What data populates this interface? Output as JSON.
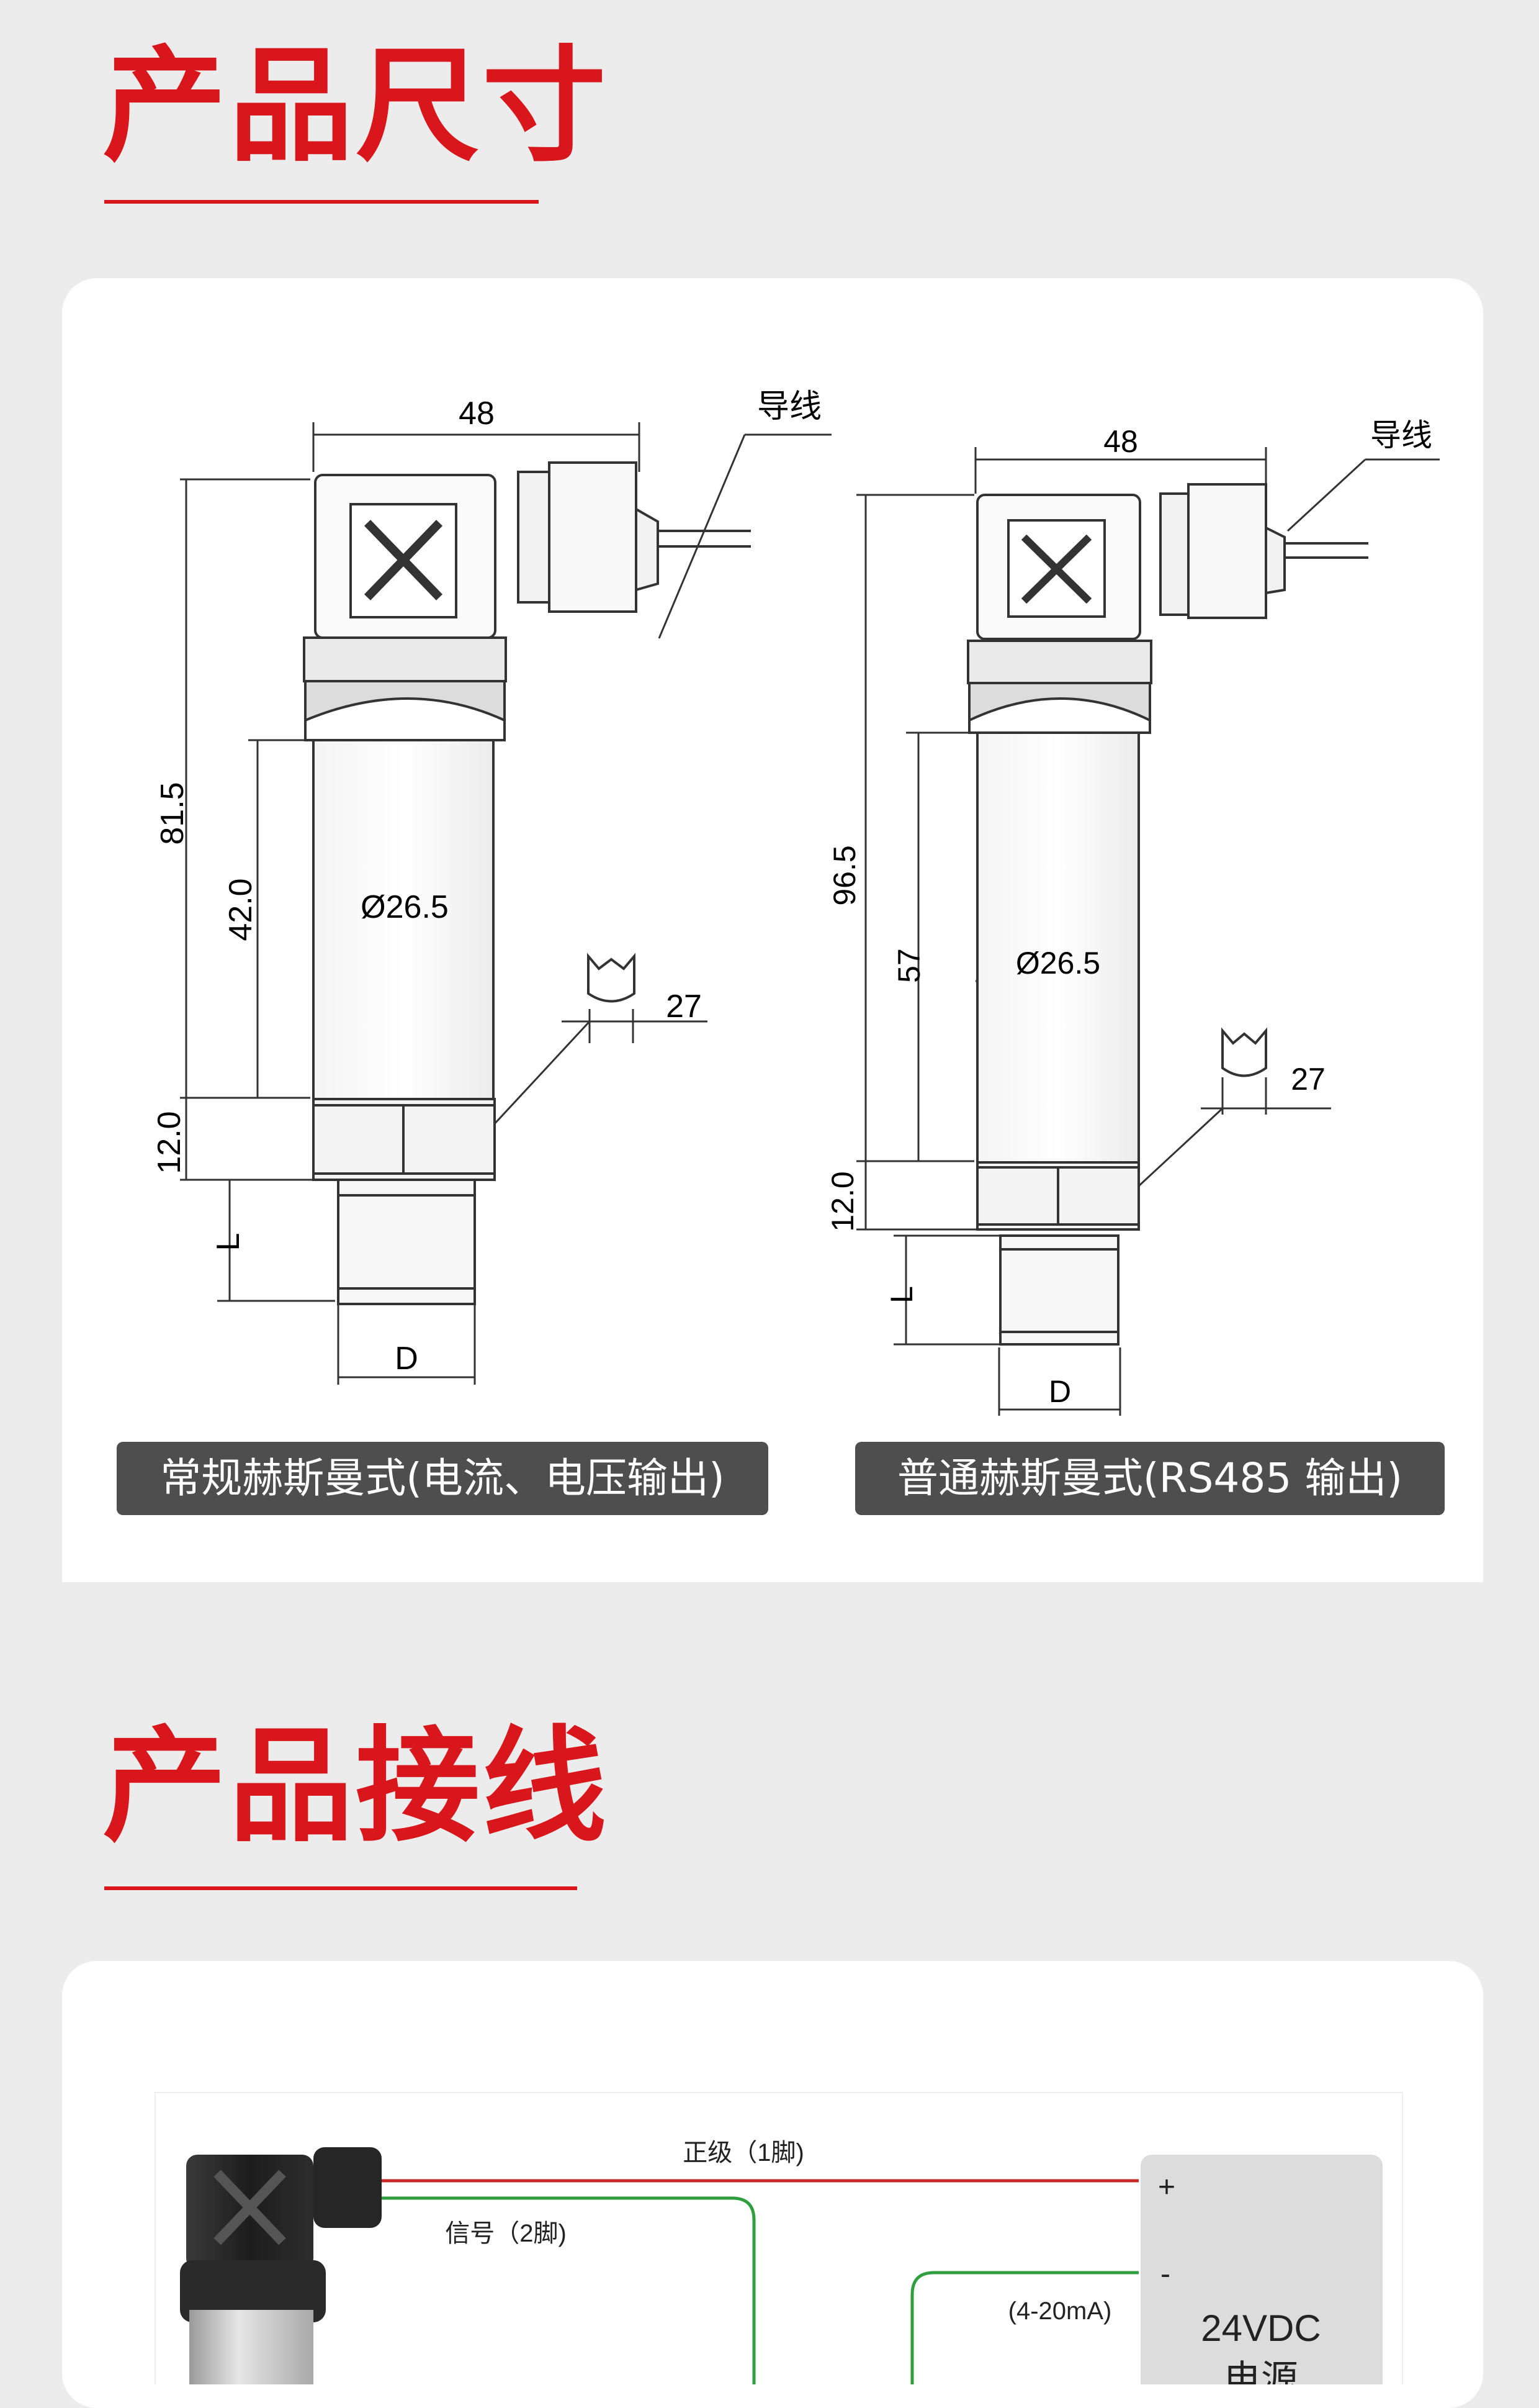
{
  "dimensions_section": {
    "title": "产品尺寸"
  },
  "left_drawing": {
    "width_label": "48",
    "wire_label": "导线",
    "total_height_label": "81.5",
    "body_height_label": "42.0",
    "diameter_label": "Ø26.5",
    "wrench_label": "27",
    "hex_height_label": "12.0",
    "thread_length_label": "L",
    "thread_diameter_label": "D",
    "caption": "常规赫斯曼式(电流、电压输出)"
  },
  "right_drawing": {
    "width_label": "48",
    "wire_label": "导线",
    "total_height_label": "96.5",
    "body_height_label": "57",
    "diameter_label": "Ø26.5",
    "wrench_label": "27",
    "hex_height_label": "12.0",
    "thread_length_label": "L",
    "thread_diameter_label": "D",
    "caption": "普通赫斯曼式(RS485 输出)"
  },
  "wiring_section": {
    "title": "产品接线",
    "positive_wire_label": "正级（1脚)",
    "signal_wire_label": "信号（2脚)",
    "current_label": "(4-20mA)",
    "plus_terminal": "+",
    "minus_terminal": "-",
    "supply_voltage": "24VDC",
    "supply_name": "电源",
    "colors": {
      "positive_wire": "#c62828",
      "signal_wire": "#2e9e3e"
    }
  }
}
